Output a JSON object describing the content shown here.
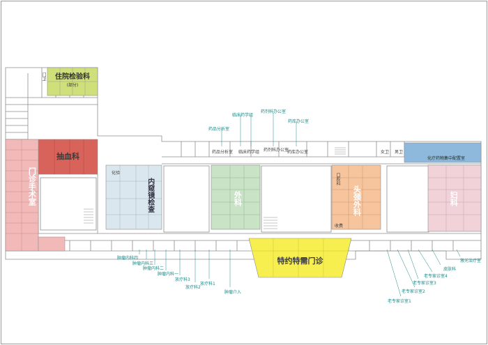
{
  "colors": {
    "lab_green": "#cfe07a",
    "blood_red": "#d8635a",
    "clinic_pink": "#f2b9b9",
    "endoscopy_blue": "#dbe7ee",
    "surgery_green": "#c9e3c6",
    "ent_orange": "#f6c59e",
    "special_yellow": "#f6ef4f",
    "chemo_blue": "#8fb9dc",
    "gyn_pink": "#f1d2d8",
    "wall": "#8c8c8c",
    "label_teal": "#1f8a8a"
  },
  "departments": {
    "inpatient_lab": "住院检验科",
    "inpatient_lab_sub": "(部分)",
    "blood_collection": "抽血科",
    "outpatient_surgery": "门诊手术室",
    "endoscopy": "内窥镜检查",
    "surgery": "外科",
    "head_neck": "头颈外科",
    "special_clinic": "特约特需门诊",
    "gynecology": "妇科",
    "chemo_prep": "化疗药物集中配置室"
  },
  "room_labels": {
    "clinic_room": "口腔科",
    "fee": "收费",
    "gate": "门卫",
    "toilet_w": "女卫",
    "toilet_m": "男卫",
    "lab_small": "化验",
    "stairs": "楼梯"
  },
  "callouts": {
    "c1": "药品分析室",
    "c2": "临床药学组",
    "c3": "临床药学组",
    "c4": "药剂科办公室",
    "c5": "药库办公室",
    "b1": "肿瘤内科四",
    "b2": "肿瘤内科三",
    "b3": "肿瘤内科二",
    "b4": "肿瘤内科一",
    "b5": "放疗科3",
    "b6": "放疗科2",
    "b7": "放疗科1",
    "b8": "肿瘤介入",
    "r1": "老专家诊室1",
    "r2": "老专家诊室2",
    "r3": "老专家诊室3",
    "r4": "老专家诊室4",
    "r5": "皮肤科",
    "r6": "激光治疗室"
  }
}
